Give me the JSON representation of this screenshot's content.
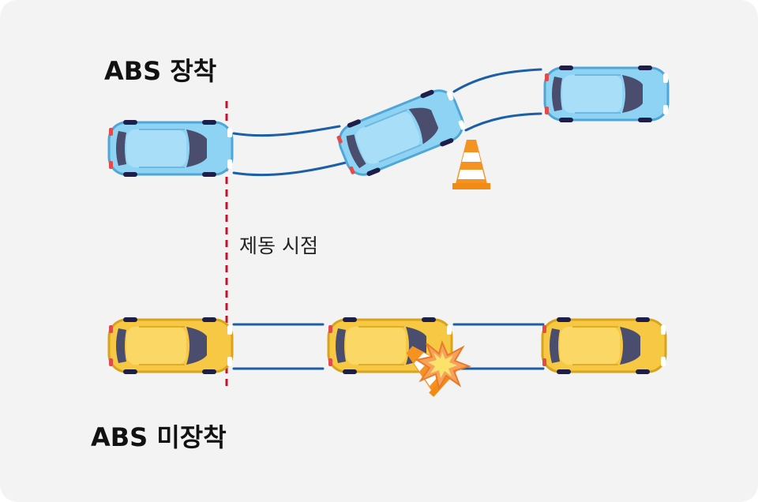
{
  "diagram": {
    "abs_equipped_title": "ABS 장착",
    "abs_not_equipped_title": "ABS 미장착",
    "braking_point_label": "제동 시점"
  },
  "colors": {
    "background": "#f3f3f3",
    "abs_car_body": "#8fd3f4",
    "non_abs_car_body": "#f7c843",
    "tire_track": "#1c5ea8",
    "braking_line": "#c8102e",
    "cone_orange": "#f59322",
    "crash_burst": "#fbe36b"
  },
  "icons": [
    "car-icon",
    "traffic-cone-icon",
    "crash-burst-icon"
  ]
}
